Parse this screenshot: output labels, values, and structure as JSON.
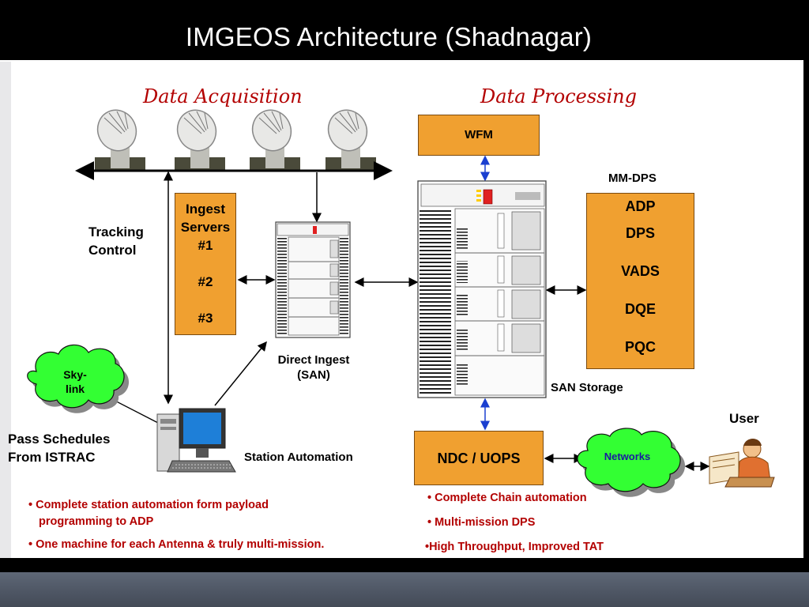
{
  "title": "IMGEOS Architecture (Shadnagar)",
  "headings": {
    "acquisition": "Data Acquisition",
    "processing": "Data Processing"
  },
  "ingest_box": {
    "line1": "Ingest",
    "line2": "Servers",
    "items": [
      "#1",
      "#2",
      "#3"
    ]
  },
  "tracking": {
    "line1": "Tracking",
    "line2": "Control"
  },
  "skylink": {
    "line1": "Sky-",
    "line2": "link"
  },
  "pass_schedules": {
    "line1": "Pass Schedules",
    "line2": "From ISTRAC"
  },
  "station_automation": "Station Automation",
  "direct_ingest": {
    "line1": "Direct Ingest",
    "line2": "(SAN)"
  },
  "wfm": "WFM",
  "mm_dps": {
    "label": "MM-DPS",
    "items": [
      "ADP",
      "DPS",
      "VADS",
      "DQE",
      "PQC"
    ]
  },
  "san_storage": "SAN Storage",
  "ndc": "NDC / UOPS",
  "networks": "Networks",
  "user": "User",
  "left_bullets": {
    "b1_line1": "• Complete station automation form payload",
    "b1_line2": "programming to ADP",
    "b2": "• One machine for each Antenna & truly multi-mission."
  },
  "right_bullets": {
    "b1": "•  Complete Chain automation",
    "b2": "•  Multi-mission DPS",
    "b3": "•High Throughput, Improved TAT"
  },
  "colors": {
    "accent_red": "#b30000",
    "box_orange": "#f0a030",
    "cloud_green": "#33ff33",
    "arrow_blue": "#1a3fd0"
  },
  "icons": [
    "antenna-dish-icon",
    "server-rack-icon",
    "desktop-computer-icon",
    "user-at-desk-icon",
    "cloud-icon"
  ]
}
